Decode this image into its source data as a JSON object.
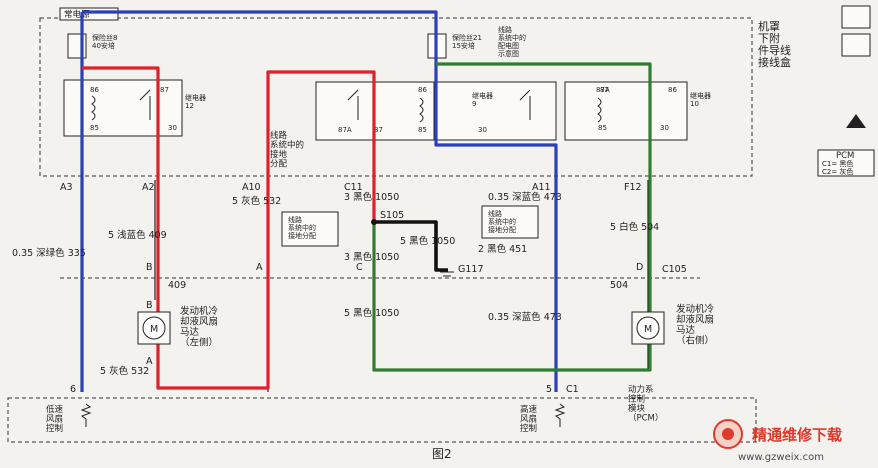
{
  "title": "图2",
  "labels": {
    "constant_power": "常电源",
    "fuse8": "保险丝8\n40安培",
    "fuse21": "保险丝21\n15安培",
    "power_dist_ref": "线路\n系统中的\n配电图\n示意图",
    "hood_junction": "机罩\n下附\n件导线\n接线盒",
    "relay12": "继电器\n12",
    "relay9": "继电器\n9",
    "relay10": "继电器\n10",
    "ground_dist_upper": "线路\n系统中的\n接地\n分配",
    "ground_dist_left": "线路\n系统中的\n接地分配",
    "ground_dist_right": "线路\n系统中的\n接地分配",
    "pcm_legend_title": "PCM",
    "pcm_legend_c1": "C1= 黑色",
    "pcm_legend_c2": "C2= 灰色",
    "fan_left": "发动机冷\n却液风扇\n马达\n（左侧）",
    "fan_right": "发动机冷\n却液风扇\n马达\n（右侧）",
    "low_speed_control": "低速\n风扇\n控制",
    "high_speed_control": "高速\n风扇\n控制",
    "pcm_module": "动力系\n控制\n模块\n（PCM）",
    "splice_s105": "S105",
    "ground_g117": "G117",
    "connector_c105": "C105",
    "watermark_text": "精通维修下载",
    "watermark_url": "www.gzweix.com"
  },
  "connector_pins": [
    "A3",
    "A2",
    "A10",
    "C11",
    "A11",
    "F12",
    "B",
    "A",
    "C",
    "D",
    "B",
    "A",
    "6",
    "5",
    "C1"
  ],
  "relay_pins": [
    "86",
    "87",
    "85",
    "30",
    "87A",
    "87",
    "86",
    "85",
    "30",
    "87",
    "85",
    "86",
    "87A",
    "30"
  ],
  "wires": [
    {
      "gauge": "0.35",
      "color": "深绿色",
      "circuit": "335"
    },
    {
      "gauge": "5",
      "color": "浅蓝色",
      "circuit": "409"
    },
    {
      "gauge": "",
      "color": "",
      "circuit": "409"
    },
    {
      "gauge": "5",
      "color": "灰色",
      "circuit": "532"
    },
    {
      "gauge": "5",
      "color": "灰色",
      "circuit": "532"
    },
    {
      "gauge": "3",
      "color": "黑色",
      "circuit": "1050"
    },
    {
      "gauge": "5",
      "color": "黑色",
      "circuit": "1050"
    },
    {
      "gauge": "3",
      "color": "黑色",
      "circuit": "1050"
    },
    {
      "gauge": "5",
      "color": "黑色",
      "circuit": "1050"
    },
    {
      "gauge": "2",
      "color": "黑色",
      "circuit": "451"
    },
    {
      "gauge": "0.35",
      "color": "深蓝色",
      "circuit": "473"
    },
    {
      "gauge": "0.35",
      "color": "深蓝色",
      "circuit": "473"
    },
    {
      "gauge": "5",
      "color": "白色",
      "circuit": "504"
    },
    {
      "gauge": "",
      "color": "",
      "circuit": "504"
    }
  ],
  "highlight_colors": {
    "blue": "#2b3fb8",
    "red": "#e01f2a",
    "green": "#2f7d32",
    "black": "#111111",
    "watermark": "#e0392b"
  }
}
